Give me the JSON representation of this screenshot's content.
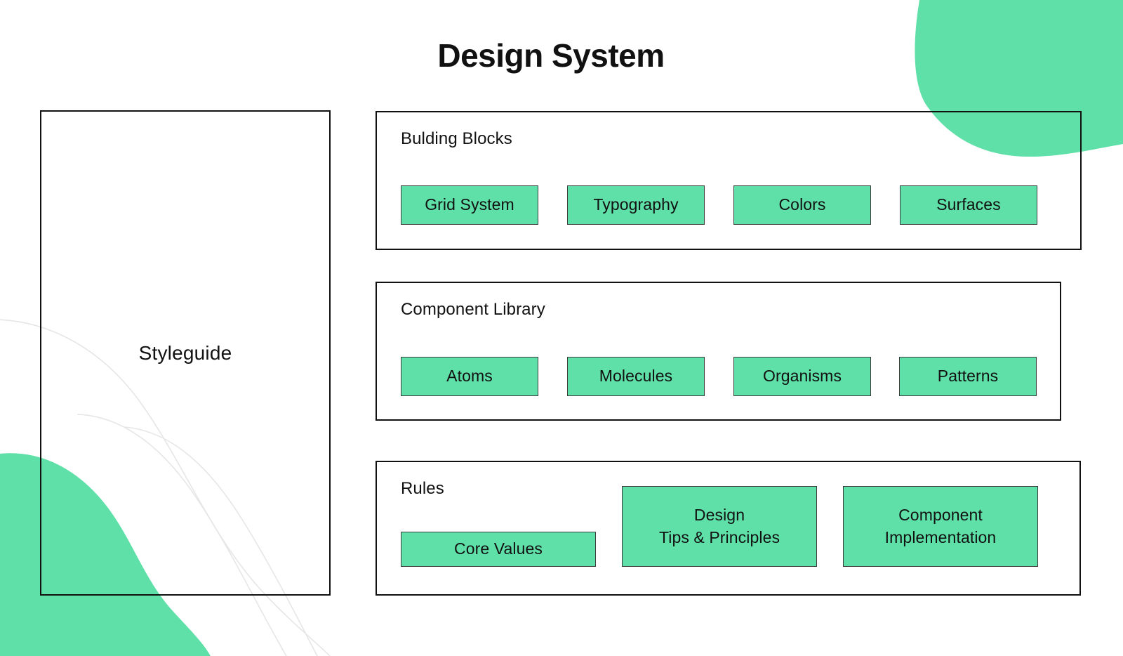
{
  "page": {
    "title": "Design System",
    "background_color": "#FFFFFF",
    "accent_color": "#5FE0A8",
    "outline_color": "#111111"
  },
  "styleguide": {
    "label": "Styleguide"
  },
  "sections": [
    {
      "title": "Bulding Blocks",
      "chips": [
        {
          "label": "Grid System"
        },
        {
          "label": "Typography"
        },
        {
          "label": "Colors"
        },
        {
          "label": "Surfaces"
        }
      ]
    },
    {
      "title": "Component Library",
      "chips": [
        {
          "label": "Atoms"
        },
        {
          "label": "Molecules"
        },
        {
          "label": "Organisms"
        },
        {
          "label": "Patterns"
        }
      ]
    },
    {
      "title": "Rules",
      "chips": [
        {
          "label": "Core Values"
        },
        {
          "label": "Design\nTips & Principles"
        },
        {
          "label": "Component\nImplementation"
        }
      ]
    }
  ],
  "decorations": {
    "blob_top_right": "green-blob",
    "blob_bottom_left": "green-blob",
    "guide_lines": "curved-guide-lines"
  }
}
